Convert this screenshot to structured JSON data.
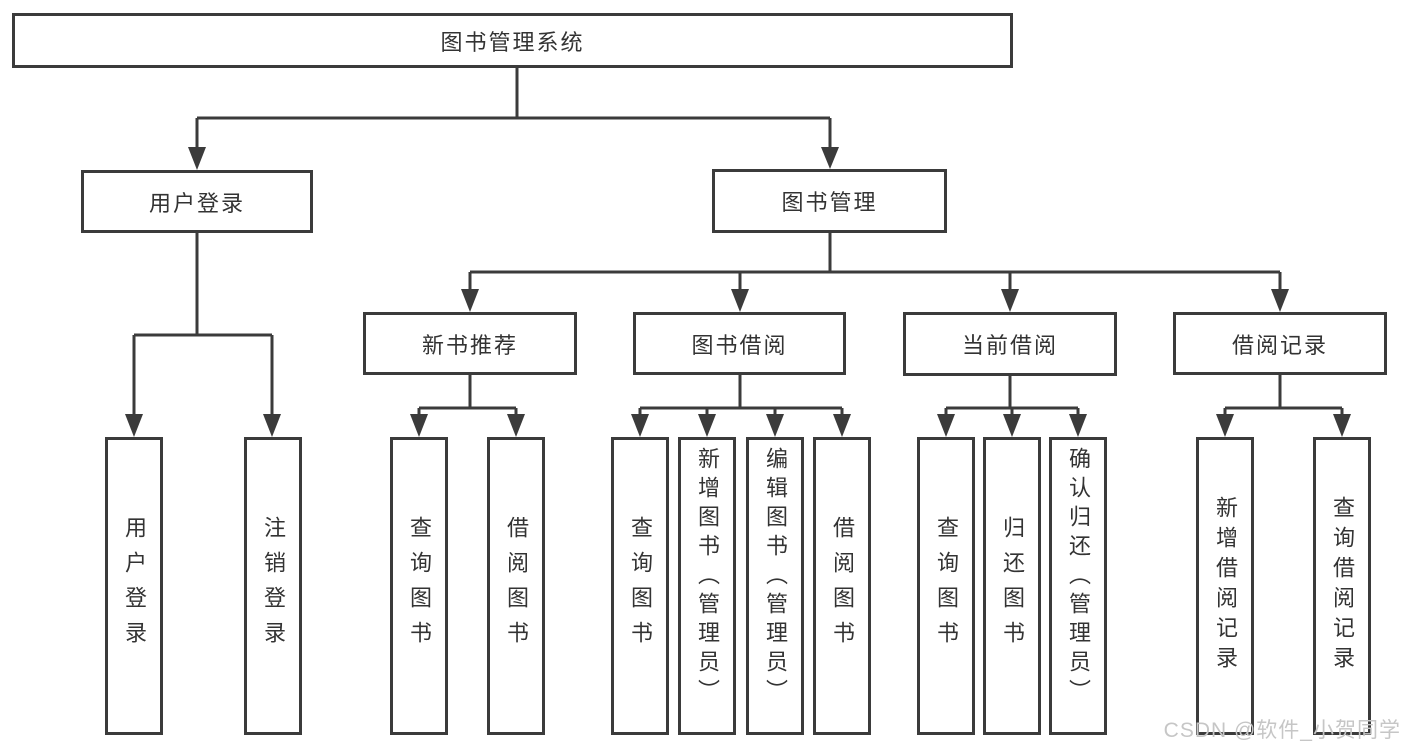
{
  "diagram": {
    "root": {
      "label": "图书管理系统"
    },
    "level2": {
      "user_login": {
        "label": "用户登录"
      },
      "book_management": {
        "label": "图书管理"
      }
    },
    "level3": {
      "new_book_recommend": {
        "label": "新书推荐"
      },
      "book_borrow": {
        "label": "图书借阅"
      },
      "current_borrow": {
        "label": "当前借阅"
      },
      "borrow_records": {
        "label": "借阅记录"
      }
    },
    "leaves": {
      "user_login": [
        {
          "label": "用户登录"
        },
        {
          "label": "注销登录"
        }
      ],
      "new_book_recommend": [
        {
          "label": "查询图书"
        },
        {
          "label": "借阅图书"
        }
      ],
      "book_borrow": [
        {
          "label": "查询图书"
        },
        {
          "label": "新增图书（管理员）"
        },
        {
          "label": "编辑图书（管理员）"
        },
        {
          "label": "借阅图书"
        }
      ],
      "current_borrow": [
        {
          "label": "查询图书"
        },
        {
          "label": "归还图书"
        },
        {
          "label": "确认归还（管理员）"
        }
      ],
      "borrow_records": [
        {
          "label": "新增借阅记录"
        },
        {
          "label": "查询借阅记录"
        }
      ]
    }
  },
  "watermark": {
    "text": "CSDN @软件_小贺同学"
  },
  "colors": {
    "line": "#3b3b3b",
    "text": "#333333",
    "watermark": "#c6c6c6",
    "background": "#ffffff"
  }
}
